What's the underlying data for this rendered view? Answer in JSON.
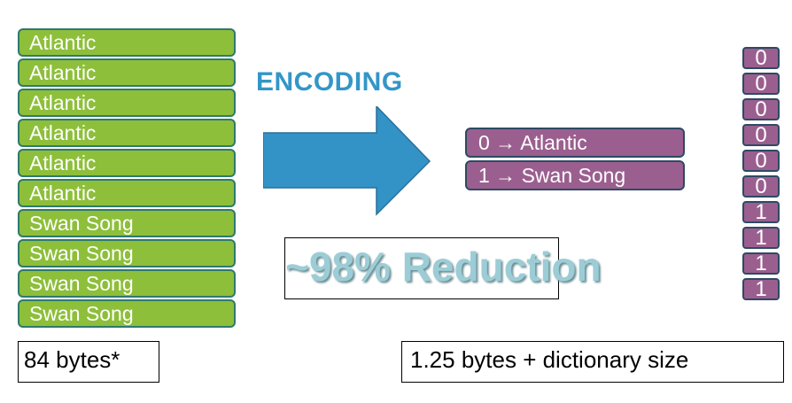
{
  "values": [
    "Atlantic",
    "Atlantic",
    "Atlantic",
    "Atlantic",
    "Atlantic",
    "Atlantic",
    "Swan Song",
    "Swan Song",
    "Swan Song",
    "Swan Song"
  ],
  "original_size": "84 bytes*",
  "encoding_label": "ENCODING",
  "dictionary": [
    "0 → Atlantic",
    "1 → Swan Song"
  ],
  "reduction": "~98% Reduction",
  "codes": [
    "0",
    "0",
    "0",
    "0",
    "0",
    "0",
    "1",
    "1",
    "1",
    "1"
  ],
  "encoded_size": "1.25 bytes + dictionary size",
  "colors": {
    "value_box": "#8dbf3a",
    "dictionary_box": "#9b5f8f",
    "arrow": "#3393c6",
    "encoding_text": "#3396c8",
    "reduction_text": "#9ccdd6"
  },
  "icons": {
    "arrow": "right-arrow-icon"
  }
}
